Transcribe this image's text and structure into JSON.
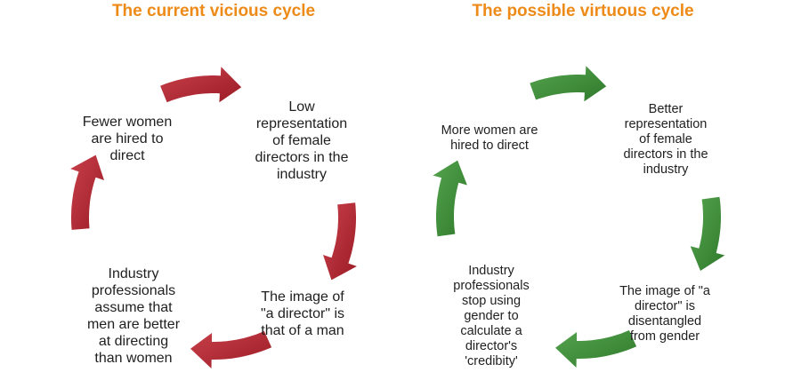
{
  "colors": {
    "title": "#ee8a17",
    "vicious_arrow": "#b5242f",
    "virtuous_arrow": "#3e8e3a",
    "text": "#1f1f1f"
  },
  "vicious": {
    "title": "The current vicious cycle",
    "nodes": {
      "fewer_women": [
        "Fewer women",
        "are hired to",
        "direct"
      ],
      "low_rep": [
        "Low",
        "representation",
        "of female",
        "directors in the",
        "industry"
      ],
      "image": [
        "The image of",
        "\"a director\" is",
        "that of a man"
      ],
      "assume": [
        "Industry",
        "professionals",
        "assume that",
        "men are better",
        "at directing",
        "than women"
      ]
    }
  },
  "virtuous": {
    "title": "The possible virtuous cycle",
    "nodes": {
      "more_women": [
        "More women are",
        "hired to direct"
      ],
      "better_rep": [
        "Better",
        "representation",
        "of female",
        "directors in the",
        "industry"
      ],
      "image": [
        "The image of \"a",
        "director\" is",
        "disentangled",
        "from gender"
      ],
      "stop": [
        "Industry",
        "professionals",
        "stop using",
        "gender to",
        "calculate a",
        "director's",
        "'credibity'"
      ]
    }
  }
}
